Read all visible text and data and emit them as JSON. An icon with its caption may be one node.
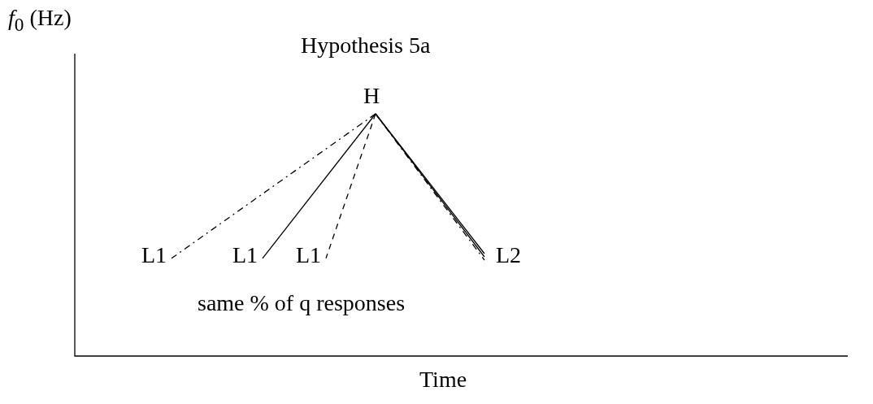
{
  "diagram": {
    "title": "Hypothesis 5a",
    "nodes": [
      {
        "text": [
          "H"
        ]
      },
      {
        "text": [
          "L1"
        ]
      },
      {
        "text": [
          "L1"
        ]
      },
      {
        "text": [
          "L1"
        ]
      },
      {
        "text": [
          "L2"
        ]
      }
    ],
    "edges": [
      {
        "from": 0,
        "to": 1,
        "arrow": "none",
        "style": "dashed"
      },
      {
        "from": 0,
        "to": 2,
        "arrow": "none"
      },
      {
        "from": 0,
        "to": 3,
        "arrow": "none",
        "style": "dashed"
      },
      {
        "from": 0,
        "to": 4,
        "arrow": "none",
        "style": "dashed"
      },
      {
        "from": 0,
        "to": 4,
        "arrow": "none"
      },
      {
        "from": 0,
        "to": 4,
        "arrow": "none"
      }
    ],
    "labels": [
      "*f*$_{0}$ (Hz)",
      "same % of q responses",
      "Time"
    ]
  }
}
